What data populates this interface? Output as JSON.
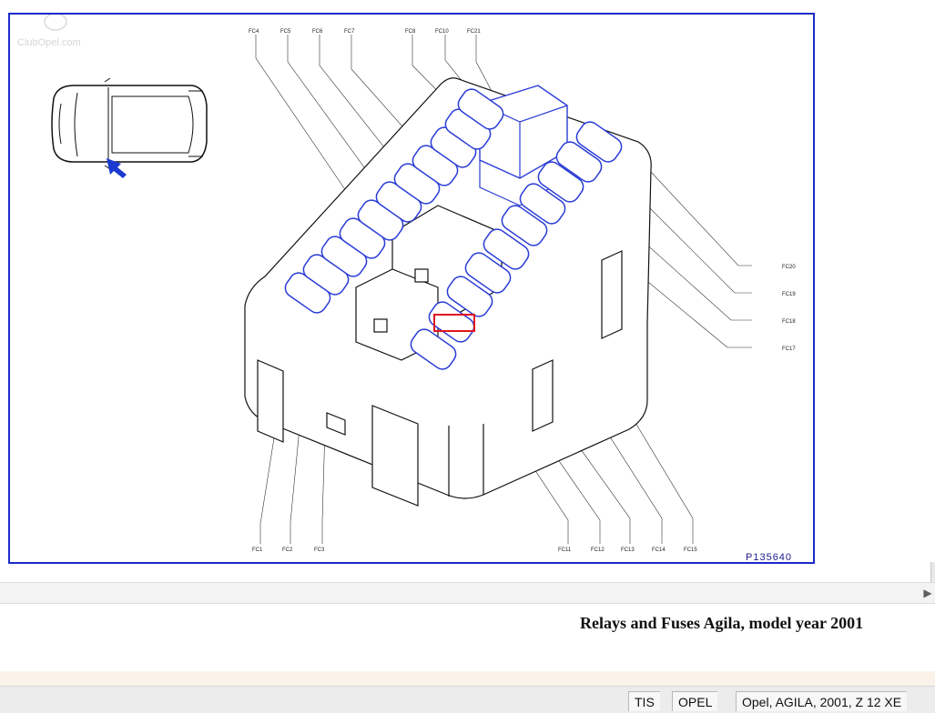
{
  "watermark": {
    "text": "ClubOpel.com"
  },
  "diagram": {
    "reference": "P135640",
    "fuse_labels_top": [
      "FC4",
      "FC5",
      "FC6",
      "FC7",
      "FC8",
      "FC10",
      "FC21"
    ],
    "fuse_labels_right": [
      "FC20",
      "FC19",
      "FC18",
      "FC17"
    ],
    "fuse_labels_bottom_left": [
      "FC1",
      "FC2",
      "FC3"
    ],
    "fuse_labels_bottom_right": [
      "FC11",
      "FC12",
      "FC13",
      "FC14",
      "FC15"
    ],
    "colors": {
      "frame": "#1a2bc8",
      "fuse_outline": "#2a3cd6",
      "highlight": "#e0141e",
      "arrow": "#1a3ad0"
    },
    "highlighted_item": "red-box-location"
  },
  "caption": {
    "title": "Relays and Fuses Agila, model year 2001"
  },
  "statusbar": {
    "app": "TIS",
    "brand": "OPEL",
    "vehicle": "Opel, AGILA, 2001, Z 12 XE"
  },
  "icons": {
    "scroll_right": "triangle-right-icon"
  }
}
